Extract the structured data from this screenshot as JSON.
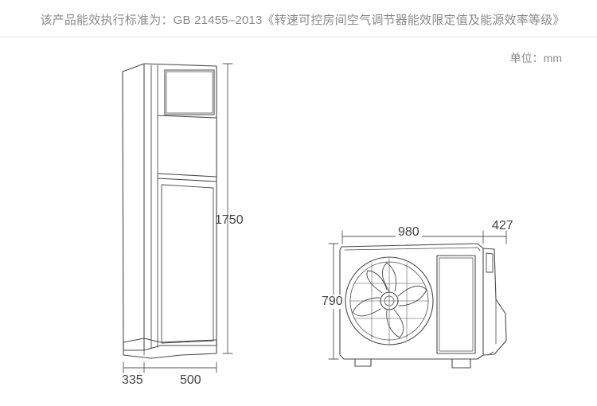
{
  "header": {
    "standard_text": "该产品能效执行标准为：GB 21455–2013《转速可控房间空气调节器能效限定值及能源效率等级》",
    "unit_text": "单位：mm"
  },
  "indoor_unit": {
    "height": "1750",
    "depth": "335",
    "width": "500"
  },
  "outdoor_unit": {
    "width": "980",
    "depth": "427",
    "height": "790"
  },
  "colors": {
    "line": "#4a4a4a",
    "dim_line": "#555555",
    "text": "#444444"
  }
}
